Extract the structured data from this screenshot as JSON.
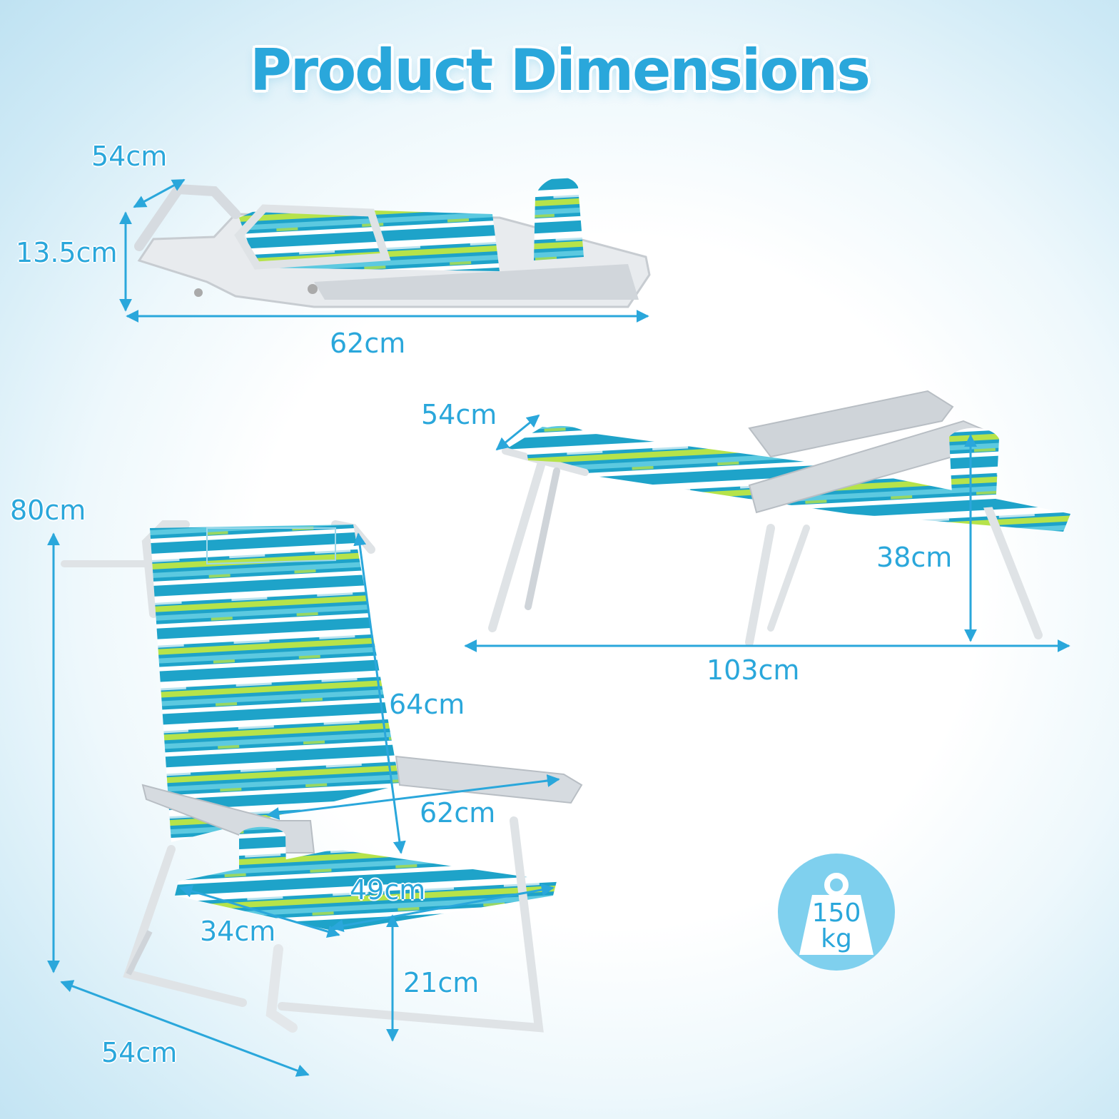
{
  "title": "Product Dimensions",
  "folded": {
    "width": "54cm",
    "height": "13.5cm",
    "length": "62cm"
  },
  "lounger": {
    "width": "54cm",
    "height": "38cm",
    "length": "103cm"
  },
  "upright": {
    "total_height": "80cm",
    "backrest_height": "64cm",
    "arm_width": "62cm",
    "seat_width": "49cm",
    "seat_depth": "34cm",
    "seat_height": "21cm",
    "base_depth": "54cm"
  },
  "capacity": {
    "value": "150",
    "unit": "kg"
  },
  "colors": {
    "accent": "#2aa7db",
    "stripe_blue": "#1ea3c9",
    "stripe_green": "#b6e34a",
    "frame": "#dfe3e6"
  },
  "icons": [
    "folded-chair-icon",
    "lounger-chair-icon",
    "upright-chair-icon",
    "weight-icon"
  ]
}
